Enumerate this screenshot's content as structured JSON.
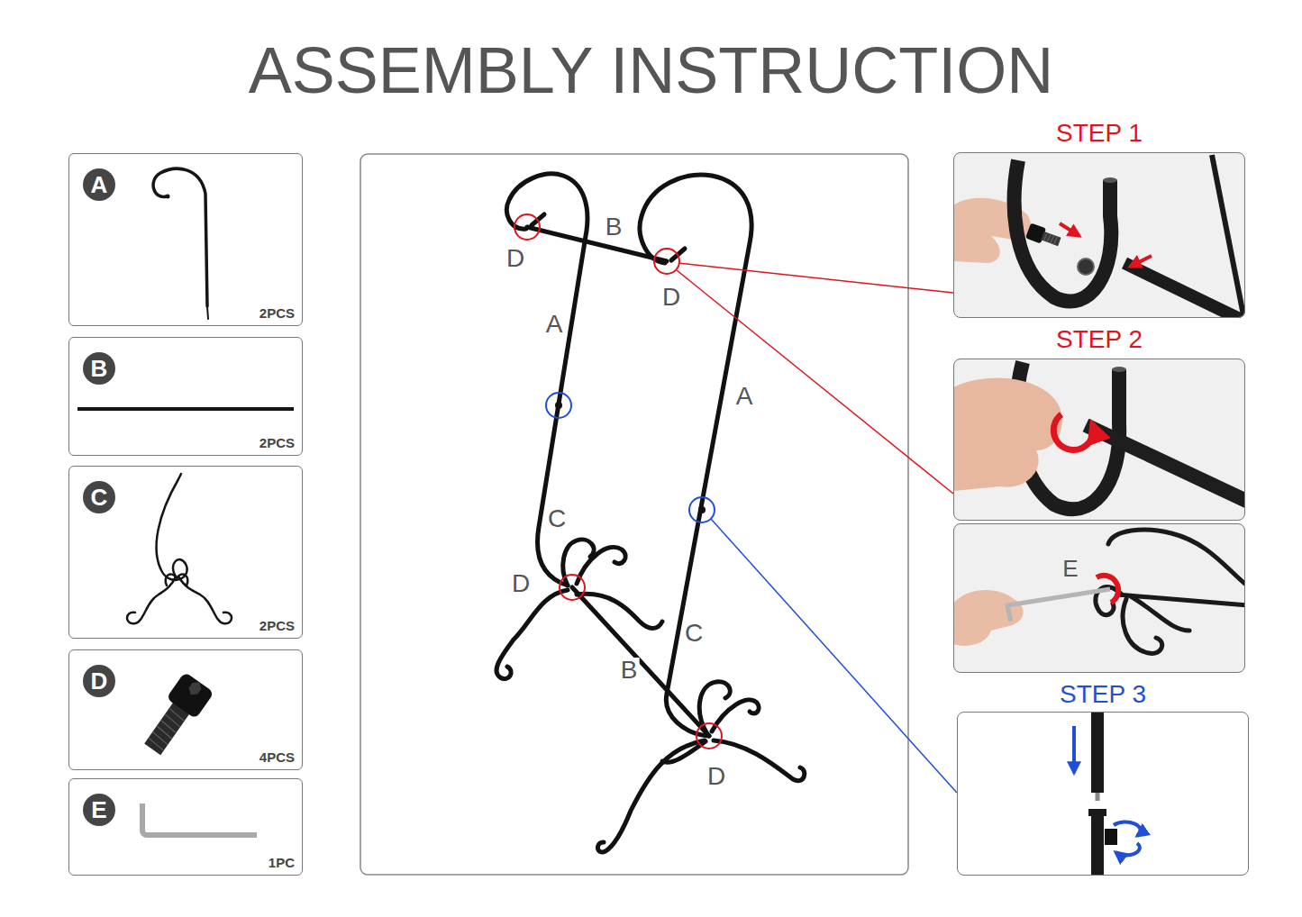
{
  "diagram": {
    "title": "ASSEMBLY INSTRUCTION",
    "nodes": [
      {
        "text": [
          "2PCS"
        ]
      },
      {
        "text": [
          "A"
        ],
        "in": 0
      },
      {
        "text": [
          "2PCS"
        ]
      },
      {
        "text": [
          "B"
        ],
        "in": 2
      },
      {
        "text": [
          "2PCS"
        ]
      },
      {
        "text": [
          "C"
        ],
        "in": 4
      },
      {
        "text": [
          "4PCS"
        ]
      },
      {
        "text": [
          "D"
        ],
        "in": 6
      },
      {
        "text": [
          "1PC"
        ]
      },
      {
        "text": [
          "E"
        ],
        "in": 8
      },
      {
        "text": [
          "STEP 1"
        ]
      },
      {
        "text": [
          "STEP 2"
        ]
      },
      {
        "text": [
          "E"
        ]
      },
      {
        "text": [
          "STEP 3"
        ]
      }
    ],
    "labels": [
      "D",
      "B",
      "D",
      "A",
      "A",
      "C",
      "D",
      "C",
      "B",
      "D"
    ]
  }
}
